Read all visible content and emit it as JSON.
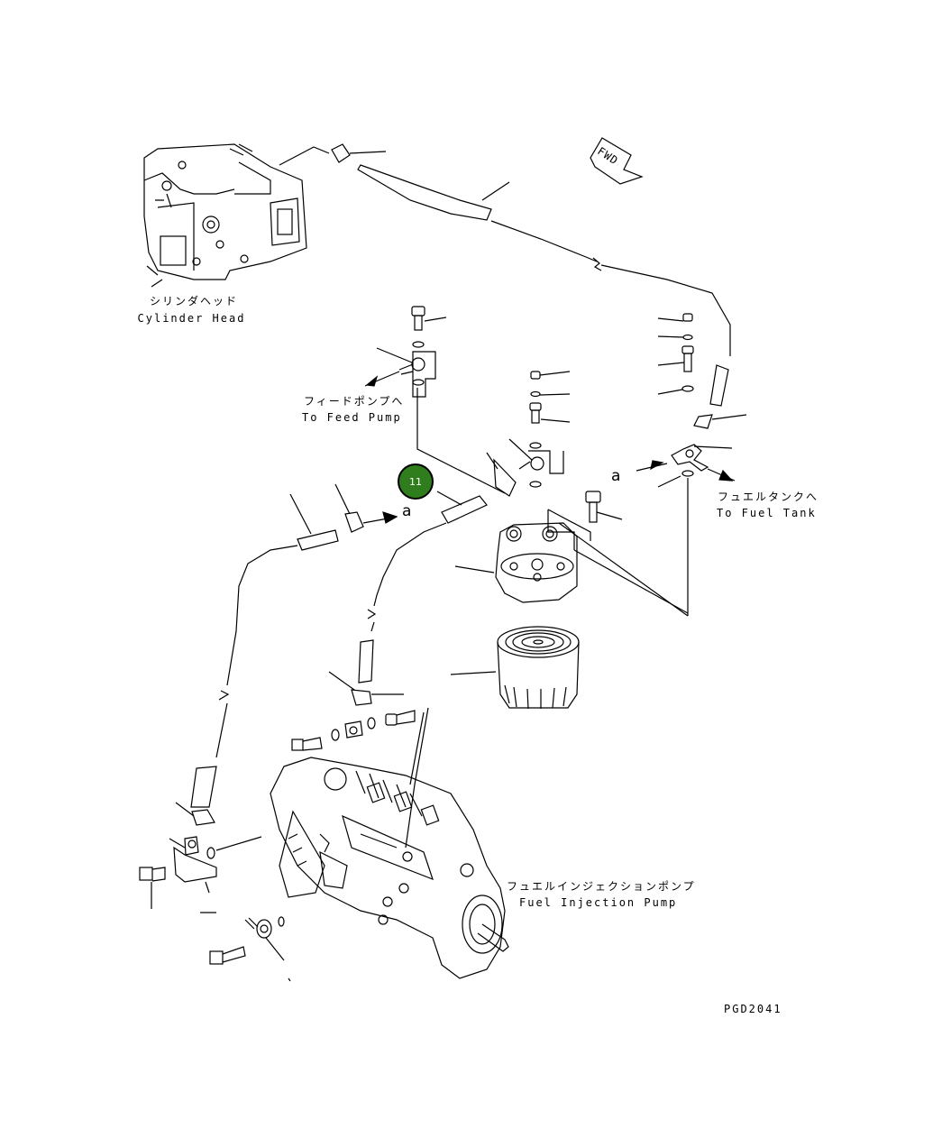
{
  "labels": {
    "cylinder_head_jp": "シリンダヘッド",
    "cylinder_head_en": "Cylinder Head",
    "feed_pump_jp": "フィードポンプへ",
    "feed_pump_en": "To Feed Pump",
    "fuel_tank_jp": "フュエルタンクへ",
    "fuel_tank_en": "To Fuel Tank",
    "injection_pump_jp": "フュエルインジェクションポンプ",
    "injection_pump_en": "Fuel Injection Pump",
    "fwd": "FWD",
    "marker_a": "a",
    "drawing_code": "PGD2041"
  },
  "callouts": [
    {
      "number": "11",
      "color": "#2f7d1c"
    }
  ]
}
